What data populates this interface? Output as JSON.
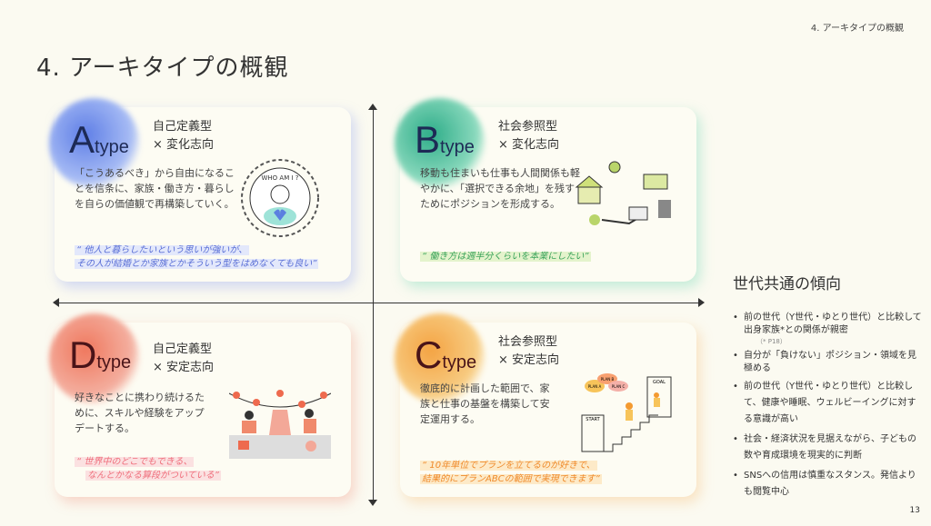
{
  "header": {
    "section": "4. アーキタイプの概観"
  },
  "title": "4. アーキタイプの概観",
  "cards": {
    "a": {
      "letter": "A",
      "type": "type",
      "kind1": "自己定義型",
      "kind2": "× 変化志向",
      "desc": "「こうあるべき」から自由になることを信条に、家族・働き方・暮らしを自らの価値観で再構築していく。",
      "quote1": "“ 他人と暮らしたいという思いが強いが、",
      "quote2": "その人が結婚とか家族とかそういう型をはめなくても良い”",
      "illus_text": "WHO AM I ?",
      "color": "#5b7fe0"
    },
    "b": {
      "letter": "B",
      "type": "type",
      "kind1": "社会参照型",
      "kind2": "× 変化志向",
      "desc": "移動も住まいも仕事も人間関係も軽やかに、「選択できる余地」を残すためにポジションを形成する。",
      "quote1": "“ 働き方は週半分くらいを本業にしたい”",
      "color": "#2fb58a"
    },
    "d": {
      "letter": "D",
      "type": "type",
      "kind1": "自己定義型",
      "kind2": "× 安定志向",
      "desc": "好きなことに携わり続けるために、スキルや経験をアップデートする。",
      "quote1": "“ 世界中のどこでもできる、",
      "quote2": "なんとかなる算段がついている”",
      "color": "#ee7a5c"
    },
    "c": {
      "letter": "C",
      "type": "type",
      "kind1": "社会参照型",
      "kind2": "× 安定志向",
      "desc": "徹底的に計画した範囲で、家族と仕事の基盤を構築して安定運用する。",
      "quote1": "“ 10年単位でプランを立てるのが好きで、",
      "quote2": "結果的にプランABCの範囲で実現できます”",
      "illus_labels": [
        "PLAN A",
        "PLAN B",
        "PLAN C",
        "START",
        "GOAL"
      ],
      "color": "#f6a83a"
    }
  },
  "side": {
    "title": "世代共通の傾向",
    "items": [
      {
        "text": "前の世代（Y世代・ゆとり世代）と比較して出身家族*との関係が親密",
        "note": "（* P18）"
      },
      {
        "text": "自分が「負けない」ポジション・領域を見極める"
      },
      {
        "text": "前の世代（Y世代・ゆとり世代）と比較して、健康や睡眠、ウェルビーイングに対する意識が高い"
      },
      {
        "text": "社会・経済状況を見据えながら、子どもの数や育成環境を現実的に判断"
      },
      {
        "text": "SNSへの信用は慎重なスタンス。発信よりも閲覧中心"
      }
    ]
  },
  "page": "13"
}
